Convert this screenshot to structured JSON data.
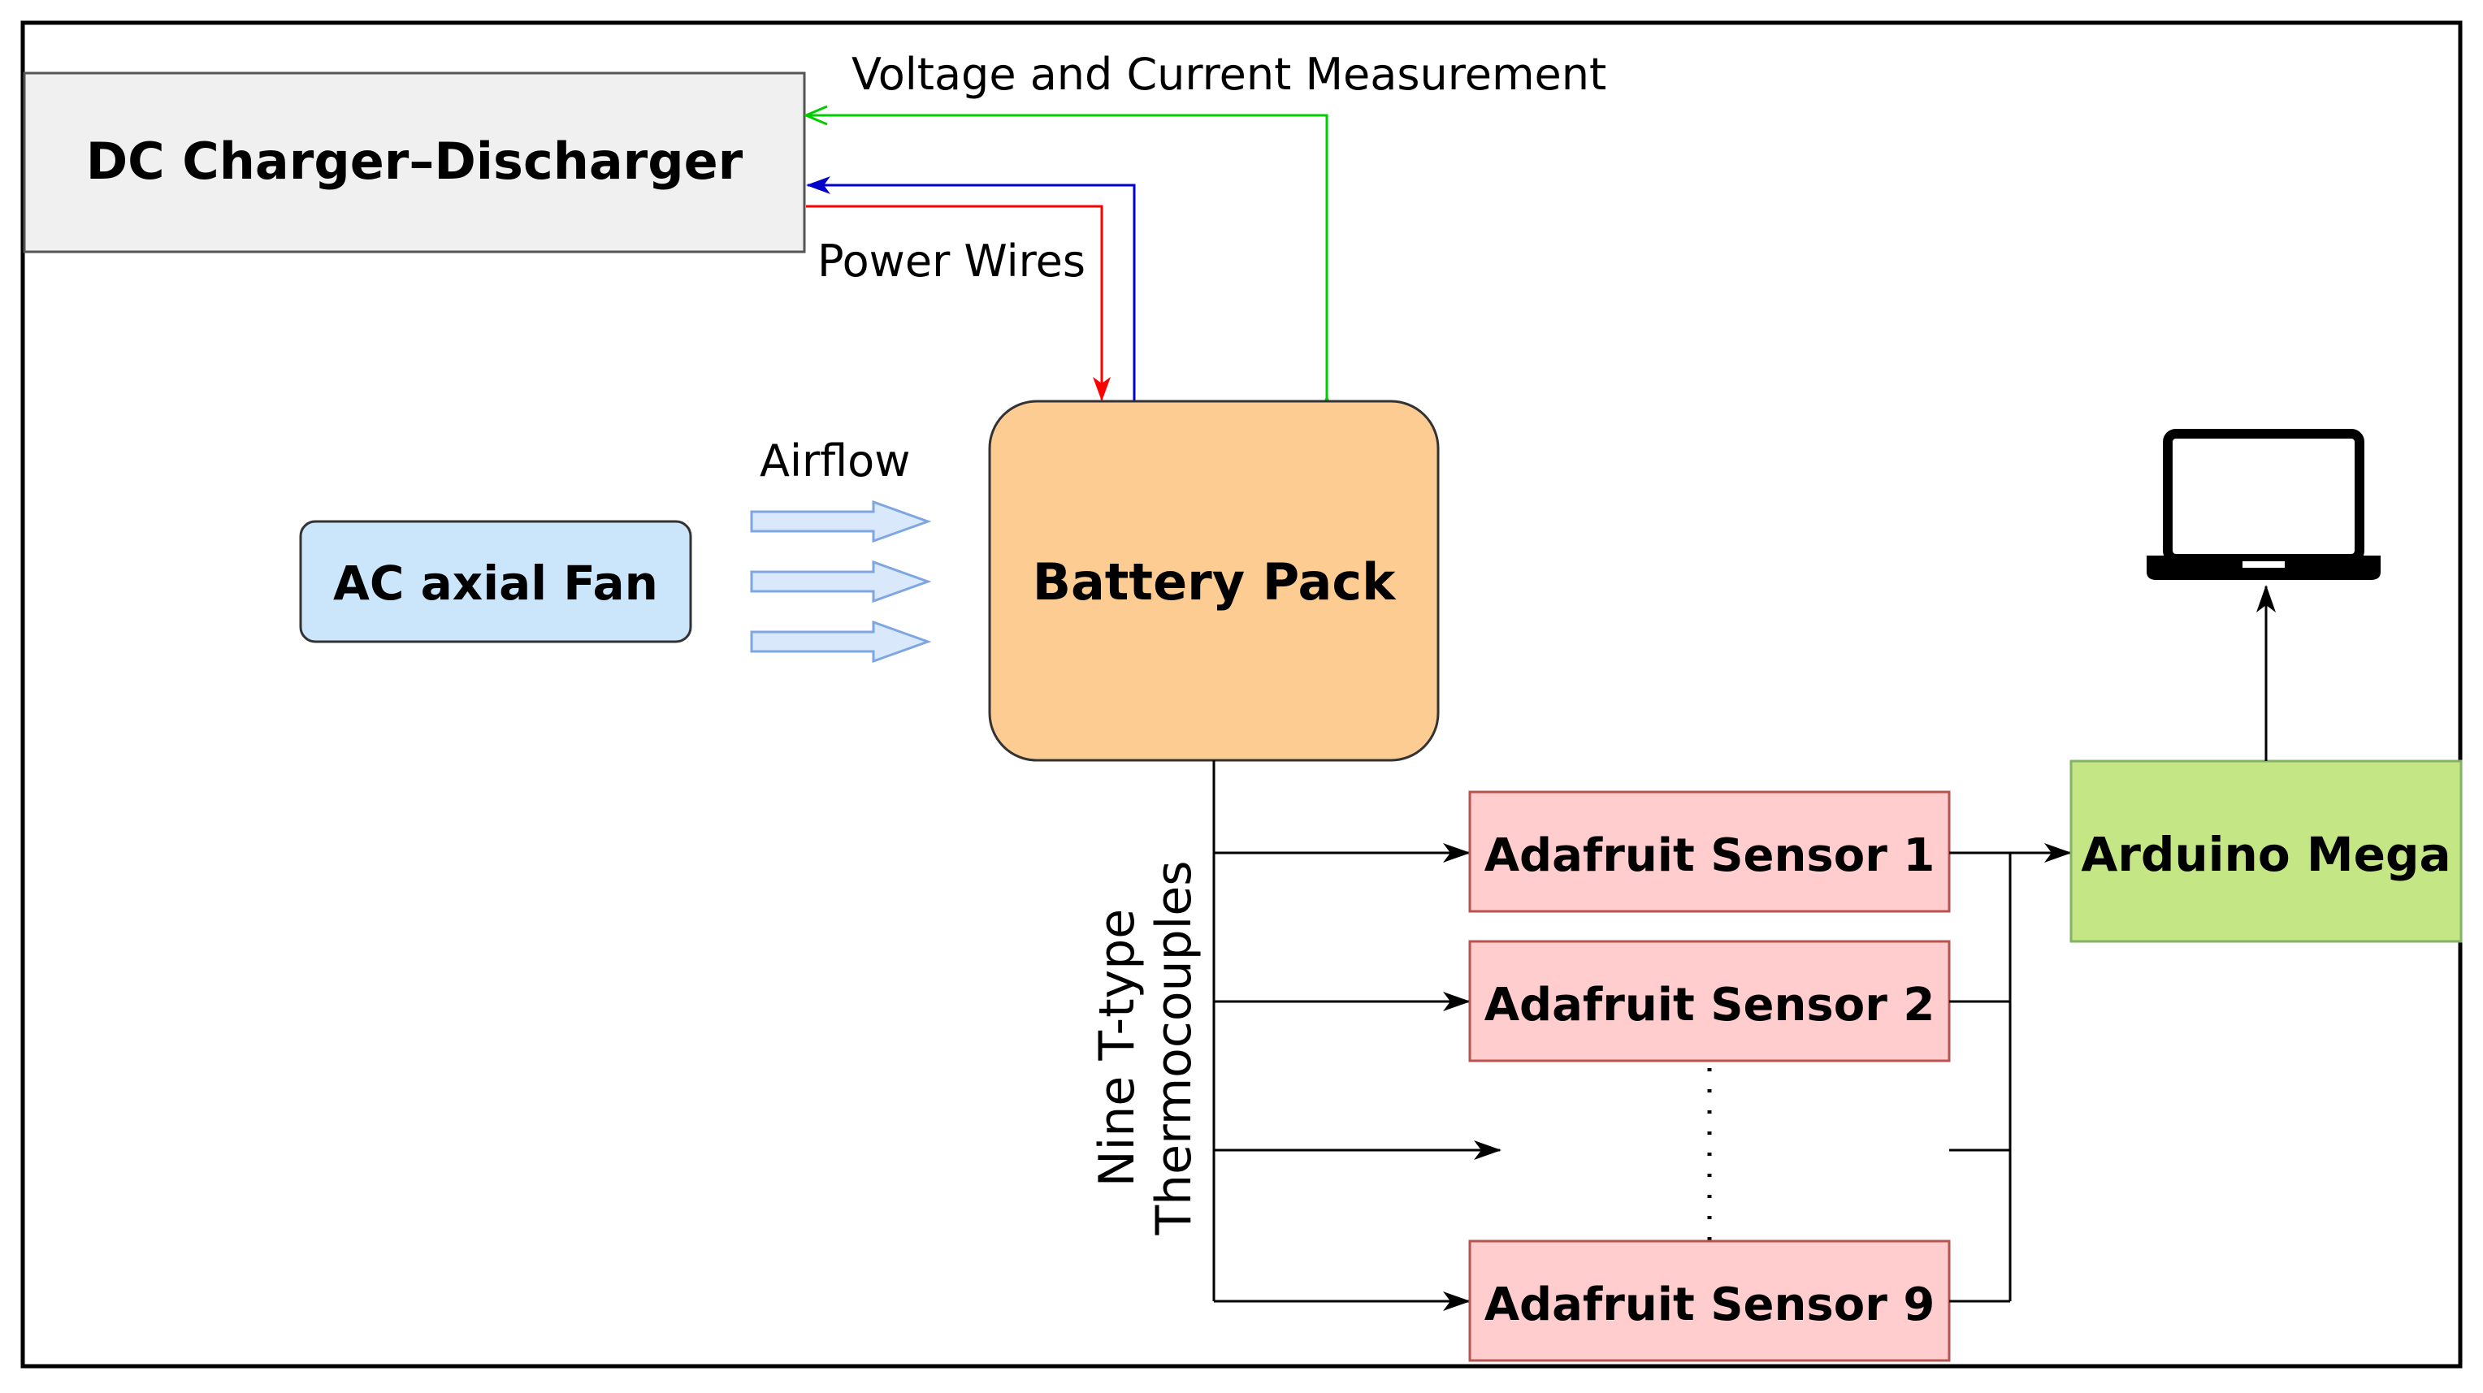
{
  "blocks": {
    "charger": "DC Charger–Discharger",
    "battery": "Battery Pack",
    "fan": "AC axial Fan",
    "sensor1": "Adafruit Sensor 1",
    "sensor2": "Adafruit Sensor 2",
    "sensor9": "Adafruit Sensor 9",
    "arduino": "Arduino Mega"
  },
  "labels": {
    "voltage_current": "Voltage and Current Measurement",
    "power_wires": "Power Wires",
    "airflow": "Airflow",
    "thermocouples_line1": "Nine T-type",
    "thermocouples_line2": "Thermocouples"
  },
  "icons": {
    "computer": "laptop-icon"
  },
  "colors": {
    "charger_fill": "#f0f0f0",
    "battery_fill": "#fdcc93",
    "fan_fill": "#cbe6fb",
    "sensor_fill": "#ffcdcd",
    "arduino_fill": "#c5e684",
    "power_positive": "#ff0000",
    "power_negative": "#0000cc",
    "measurement": "#00cc00",
    "airflow_arrow": "#7ea6e0"
  }
}
